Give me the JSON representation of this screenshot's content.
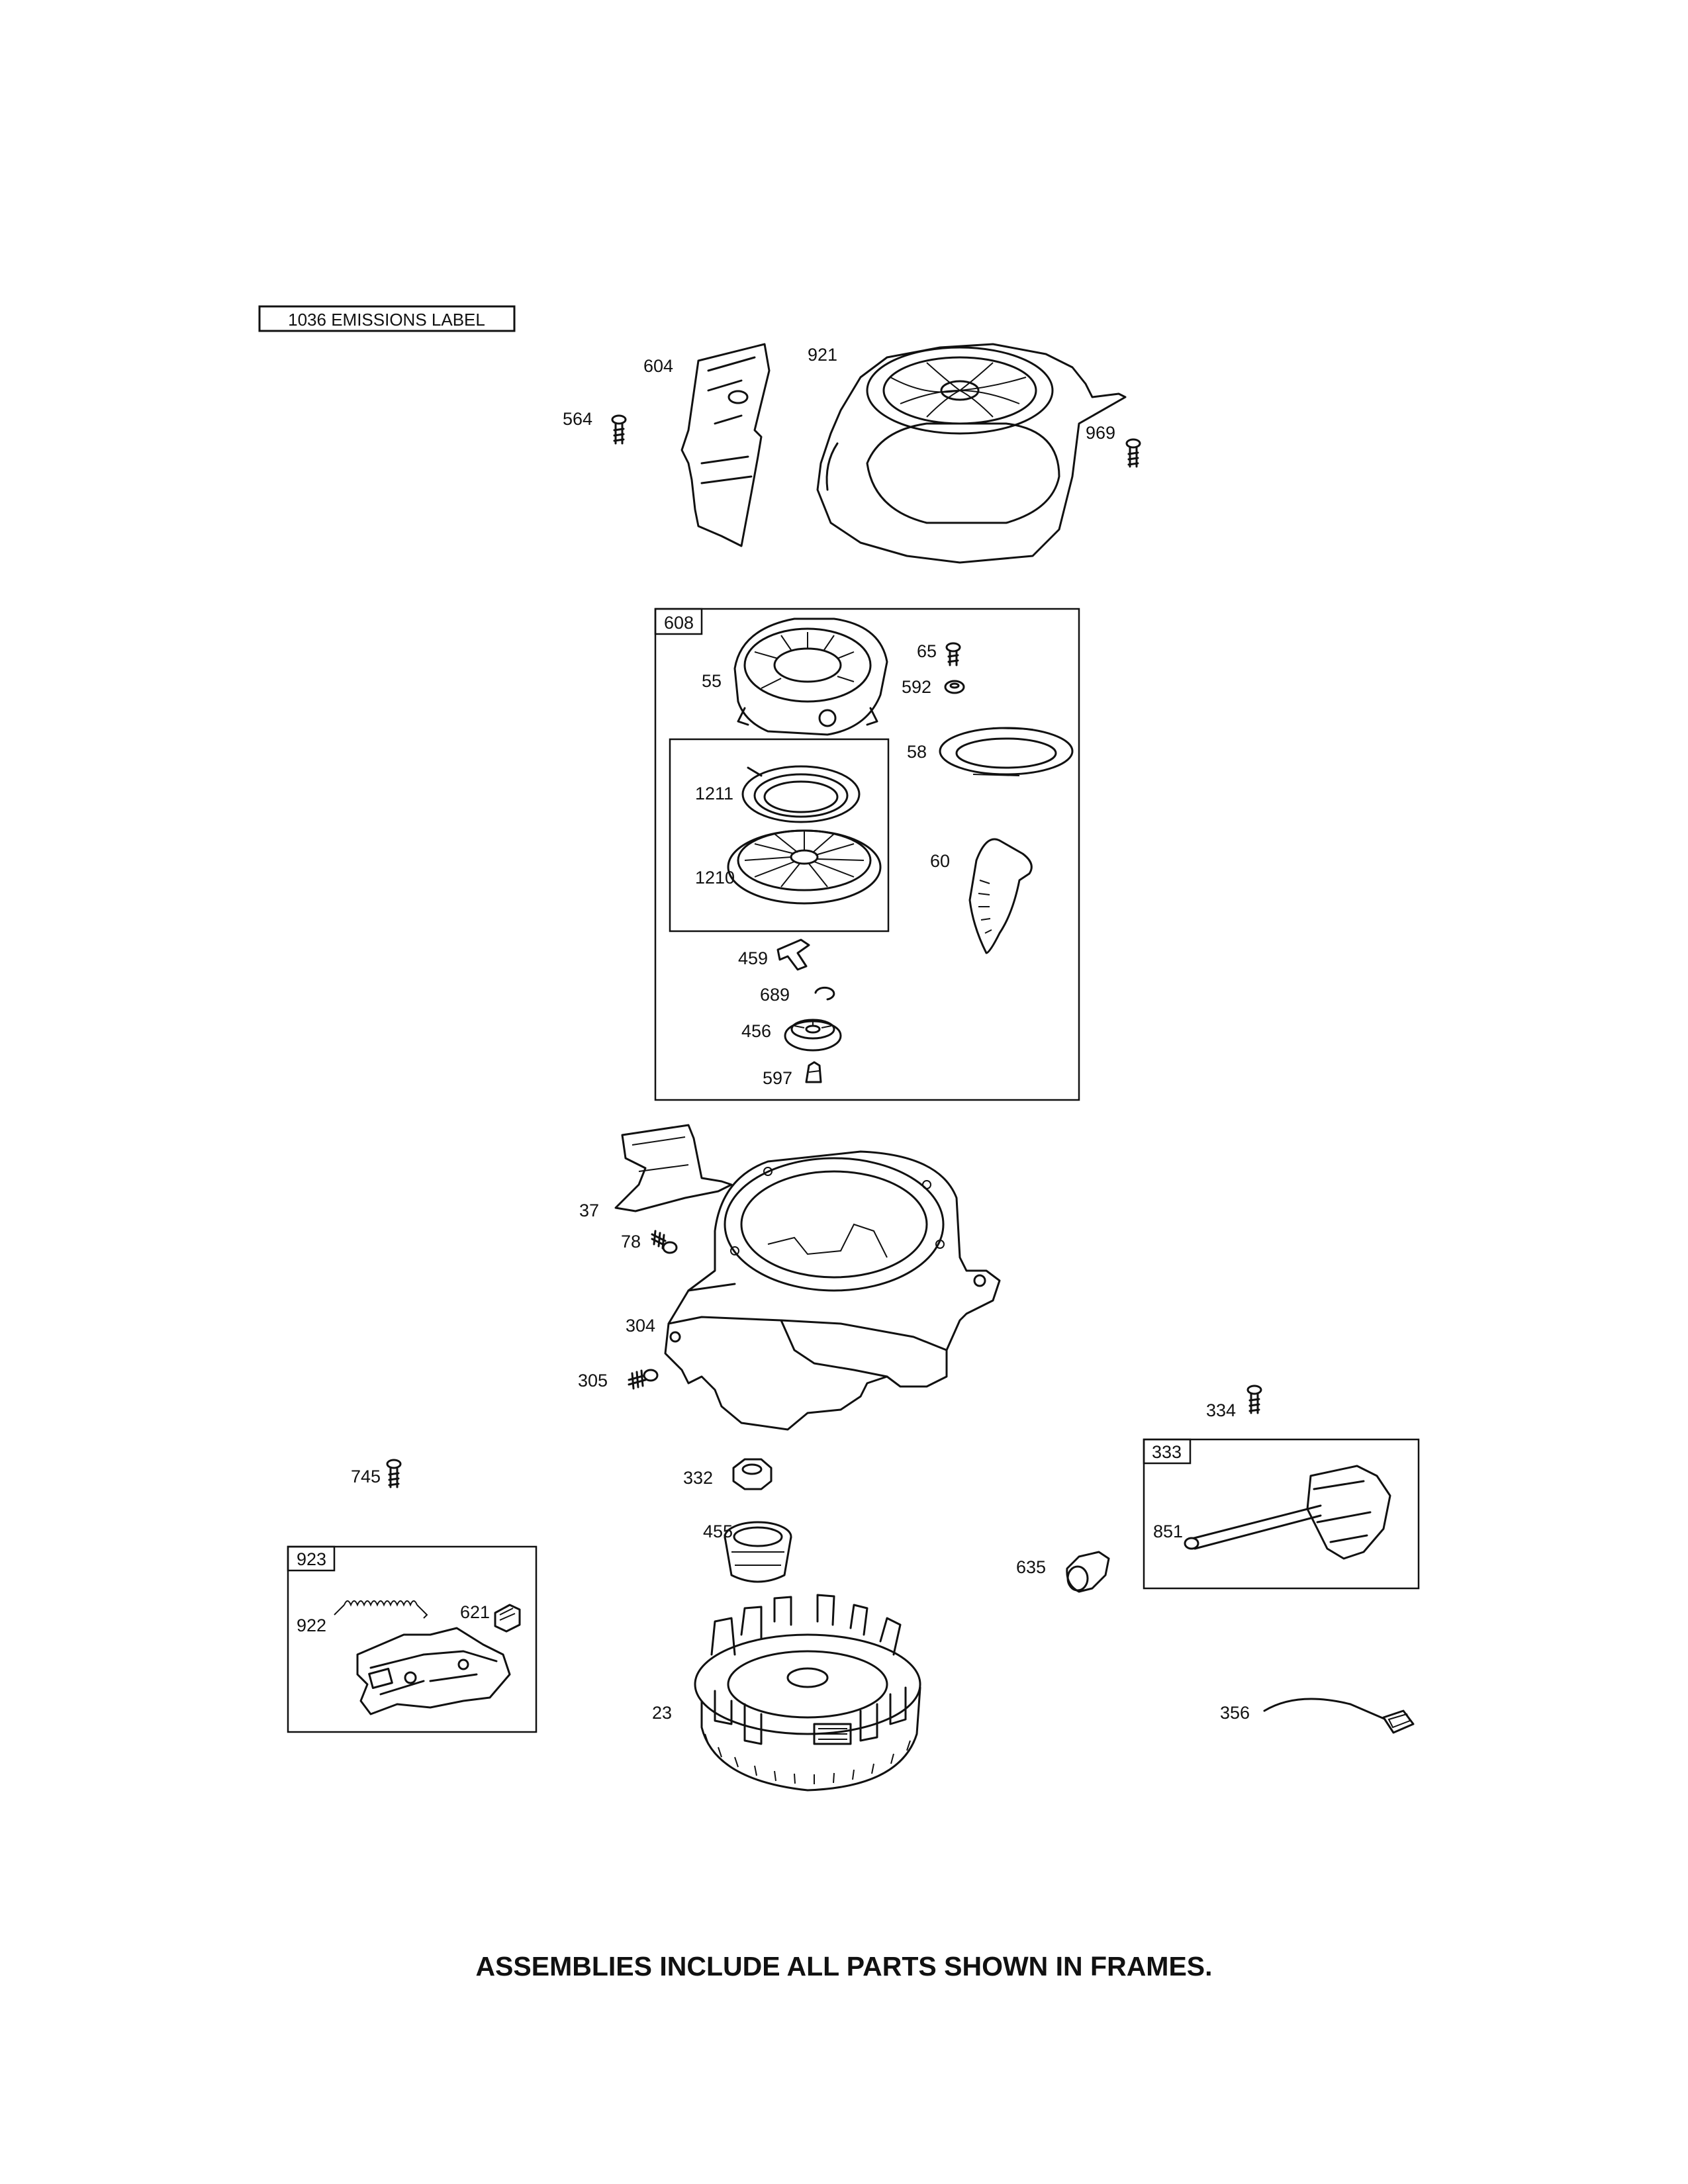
{
  "emissions_label": "1036 EMISSIONS LABEL",
  "footer_note": "ASSEMBLIES INCLUDE ALL PARTS SHOWN IN FRAMES.",
  "assembly_frames": {
    "starter": "608",
    "ignition": "333",
    "governor": "923"
  },
  "callouts": {
    "blower_deflector": "604",
    "blower_housing": "921",
    "screw_564": "564",
    "screw_969": "969",
    "screw_65": "65",
    "nut_592": "592",
    "starter_housing": "55",
    "rope_58": "58",
    "spring_1211": "1211",
    "pulley_1210": "1210",
    "handle_60": "60",
    "pawl_459": "459",
    "retainer_689": "689",
    "cup_456": "456",
    "screw_597": "597",
    "air_guide_37": "37",
    "screw_78": "78",
    "housing_304": "304",
    "screw_305": "305",
    "screw_334": "334",
    "armature_851": "851",
    "screw_745": "745",
    "nut_332": "332",
    "clutch_455": "455",
    "spark_boot_635": "635",
    "spring_922": "922",
    "link_621": "621",
    "flywheel_23": "23",
    "wire_356": "356"
  }
}
